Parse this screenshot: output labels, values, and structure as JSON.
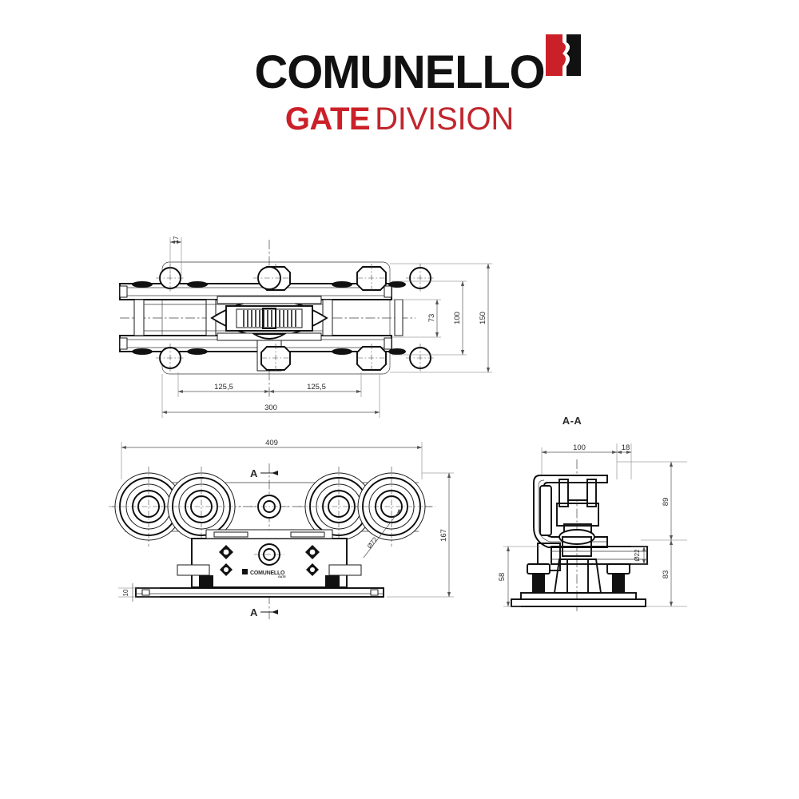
{
  "page": {
    "background_color": "#ffffff",
    "title": "Comunello Gate Division technical drawing"
  },
  "logo": {
    "wordmark": "COMUNELLO",
    "sub_primary": "GATE",
    "sub_secondary": "DIVISION",
    "wordmark_color": "#111111",
    "accent_color": "#CC2029",
    "sub_secondary_color": "#C0262E",
    "mark_name": "comunello-k-mark"
  },
  "drawing": {
    "views": [
      {
        "id": "top-view",
        "label": ""
      },
      {
        "id": "front-view",
        "label": ""
      },
      {
        "id": "section-view",
        "label": "A-A"
      }
    ],
    "section_label": "A-A",
    "section_marks": [
      {
        "id": "section-mark-top",
        "label": "A"
      },
      {
        "id": "section-mark-bottom",
        "label": "A"
      }
    ],
    "body_mark": {
      "text": "COMUNELLO",
      "subtext": "GATE"
    }
  },
  "dimensions": {
    "top_view": [
      {
        "id": "dim-17",
        "value": "17",
        "orientation": "vertical"
      },
      {
        "id": "dim-73",
        "value": "73",
        "orientation": "vertical"
      },
      {
        "id": "dim-100",
        "value": "100",
        "orientation": "vertical"
      },
      {
        "id": "dim-150",
        "value": "150",
        "orientation": "vertical"
      },
      {
        "id": "dim-125-5-left",
        "value": "125,5",
        "orientation": "horizontal"
      },
      {
        "id": "dim-125-5-right",
        "value": "125,5",
        "orientation": "horizontal"
      },
      {
        "id": "dim-300",
        "value": "300",
        "orientation": "horizontal"
      }
    ],
    "front_view": [
      {
        "id": "dim-409",
        "value": "409",
        "orientation": "horizontal"
      },
      {
        "id": "dim-167",
        "value": "167",
        "orientation": "vertical"
      },
      {
        "id": "dim-dia-72",
        "value": "Ø72",
        "orientation": "leader"
      },
      {
        "id": "dim-10",
        "value": "10",
        "orientation": "vertical"
      }
    ],
    "section_view": [
      {
        "id": "dim-100-sec",
        "value": "100",
        "orientation": "horizontal"
      },
      {
        "id": "dim-18",
        "value": "18",
        "orientation": "horizontal"
      },
      {
        "id": "dim-89",
        "value": "89",
        "orientation": "vertical"
      },
      {
        "id": "dim-83",
        "value": "83",
        "orientation": "vertical"
      },
      {
        "id": "dim-dia-22",
        "value": "Ø22",
        "orientation": "vertical"
      },
      {
        "id": "dim-58",
        "value": "58",
        "orientation": "vertical"
      }
    ]
  }
}
